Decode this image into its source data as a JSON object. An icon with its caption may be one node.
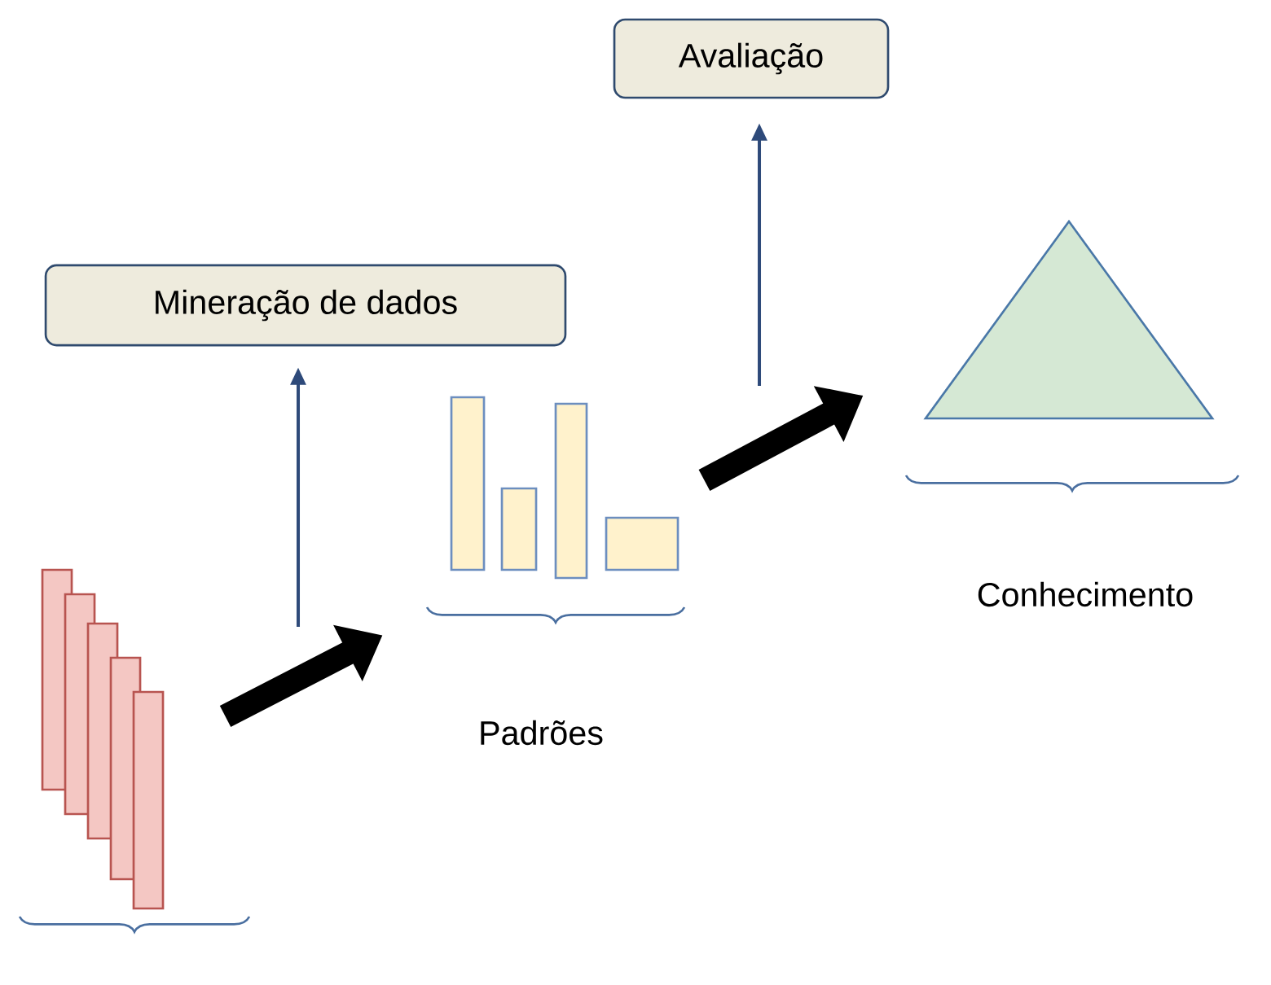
{
  "diagram": {
    "nodes": [
      {
        "text": [
          "Avaliação"
        ]
      },
      {
        "text": [
          "Mineração de dados"
        ]
      },
      {
        "text": [],
        "shape": "triangle"
      },
      {
        "text": [],
        "shape": "picture"
      },
      {
        "text": [],
        "shape": "picture"
      }
    ],
    "edges": [
      {
        "from": 4,
        "to": 3,
        "arrow": "to",
        "style": "thick",
        "color": "#000000"
      },
      {
        "from": 3,
        "to": 2,
        "arrow": "to",
        "style": "thick",
        "color": "#000000"
      },
      {
        "from": null,
        "to": 1,
        "arrow": "to",
        "color": "#2e4a7a"
      },
      {
        "from": null,
        "to": 0,
        "arrow": "to",
        "color": "#2e4a7a"
      }
    ],
    "labels": [
      "Padrões",
      "Conhecimento"
    ]
  }
}
